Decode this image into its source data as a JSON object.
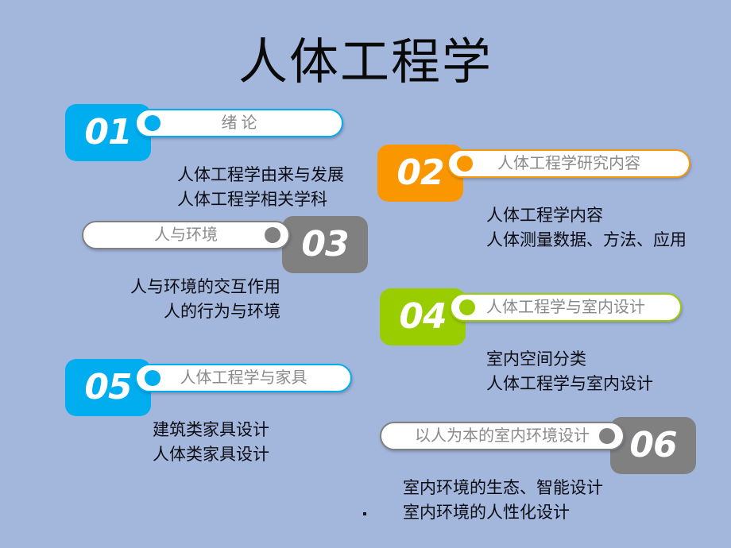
{
  "slide": {
    "title": "人体工程学",
    "background_color": "#a3b6db",
    "bottom_mark": "."
  },
  "colors": {
    "blue": "#00aeef",
    "orange": "#fa9600",
    "gray": "#808080",
    "green": "#9acd00",
    "pill_background": "#ffffff",
    "pill_label": "#8a8a8a",
    "subline_text": "#0c0c14",
    "badge_number": "#ffffff"
  },
  "items": [
    {
      "number": "01",
      "title": "绪  论",
      "color": "#00aeef",
      "color_name": "blue",
      "orientation": "left",
      "sublines": [
        "人体工程学由来与发展",
        "人体工程学相关学科"
      ]
    },
    {
      "number": "02",
      "title": "人体工程学研究内容",
      "color": "#fa9600",
      "color_name": "orange",
      "orientation": "left",
      "sublines": [
        "人体工程学内容",
        "人体测量数据、方法、应用"
      ]
    },
    {
      "number": "03",
      "title": "人与环境",
      "color": "#808080",
      "color_name": "gray",
      "orientation": "right",
      "sublines": [
        "人与环境的交互作用",
        "人的行为与环境"
      ]
    },
    {
      "number": "04",
      "title": "人体工程学与室内设计",
      "color": "#9acd00",
      "color_name": "green",
      "orientation": "left",
      "sublines": [
        "室内空间分类",
        "人体工程学与室内设计"
      ]
    },
    {
      "number": "05",
      "title": "人体工程学与家具",
      "color": "#00aeef",
      "color_name": "blue",
      "orientation": "left",
      "sublines": [
        "建筑类家具设计",
        "人体类家具设计"
      ]
    },
    {
      "number": "06",
      "title": "以人为本的室内环境设计",
      "color": "#808080",
      "color_name": "gray",
      "orientation": "right",
      "sublines": [
        "室内环境的生态、智能设计",
        "室内环境的人性化设计"
      ]
    }
  ]
}
